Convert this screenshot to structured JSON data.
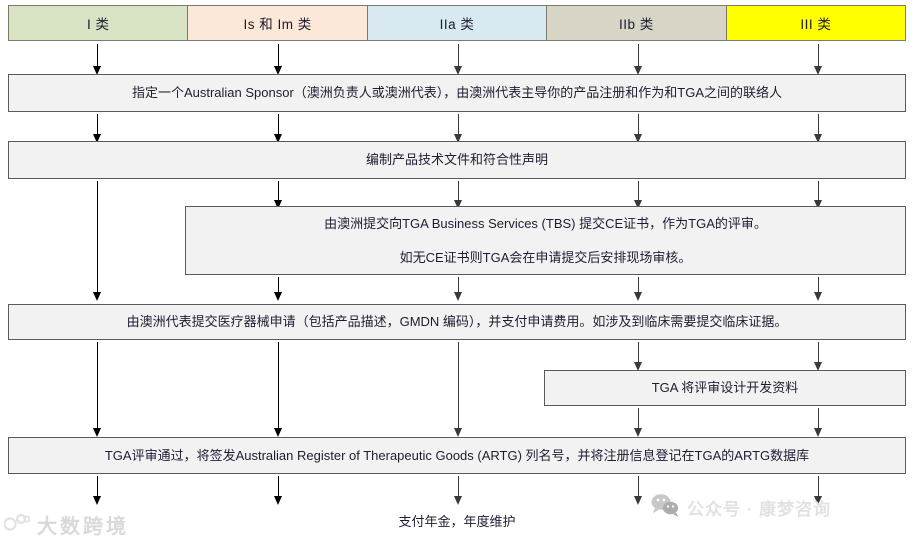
{
  "header": {
    "categories": [
      {
        "label": "I 类",
        "color": "#d7e3c3"
      },
      {
        "label": "Is 和 Im 类",
        "color": "#fce8d8"
      },
      {
        "label": "IIa 类",
        "color": "#d9e9f2"
      },
      {
        "label": "IIb 类",
        "color": "#d8d5c6"
      },
      {
        "label": "III 类",
        "color": "#ffff00"
      }
    ]
  },
  "steps": {
    "sponsor": {
      "lines": [
        "指定一个Australian Sponsor（澳洲负责人或澳洲代表），由澳洲代表主导你的产品注册和作为和TGA之间的联络人"
      ]
    },
    "tech_file": {
      "lines": [
        "编制产品技术文件和符合性声明"
      ]
    },
    "ce_tbs": {
      "lines": [
        "由澳洲提交向TGA Business Services (TBS) 提交CE证书，作为TGA的评审。",
        "如无CE证书则TGA会在申请提交后安排现场审核。"
      ]
    },
    "application": {
      "lines": [
        "由澳洲代表提交医疗器械申请（包括产品描述，GMDN 编码），并支付申请费用。如涉及到临床需要提交临床证据。"
      ]
    },
    "design_review": {
      "lines": [
        "TGA 将评审设计开发资料"
      ]
    },
    "artg": {
      "lines": [
        "TGA评审通过，将签发Australian Register of Therapeutic Goods (ARTG) 列名号，并将注册信息登记在TGA的ARTG数据库"
      ]
    },
    "annual": {
      "lines": [
        "支付年金，年度维护"
      ]
    }
  },
  "watermarks": {
    "left": {
      "text": "大数跨境",
      "icon": "eyes-logo-icon"
    },
    "right": {
      "text": "公众号 · 康梦咨询",
      "icon": "wechat-icon"
    }
  },
  "colors": {
    "box_fill": "#f2f2f2",
    "box_border": "#5a5a5a",
    "connector": "#000000"
  }
}
